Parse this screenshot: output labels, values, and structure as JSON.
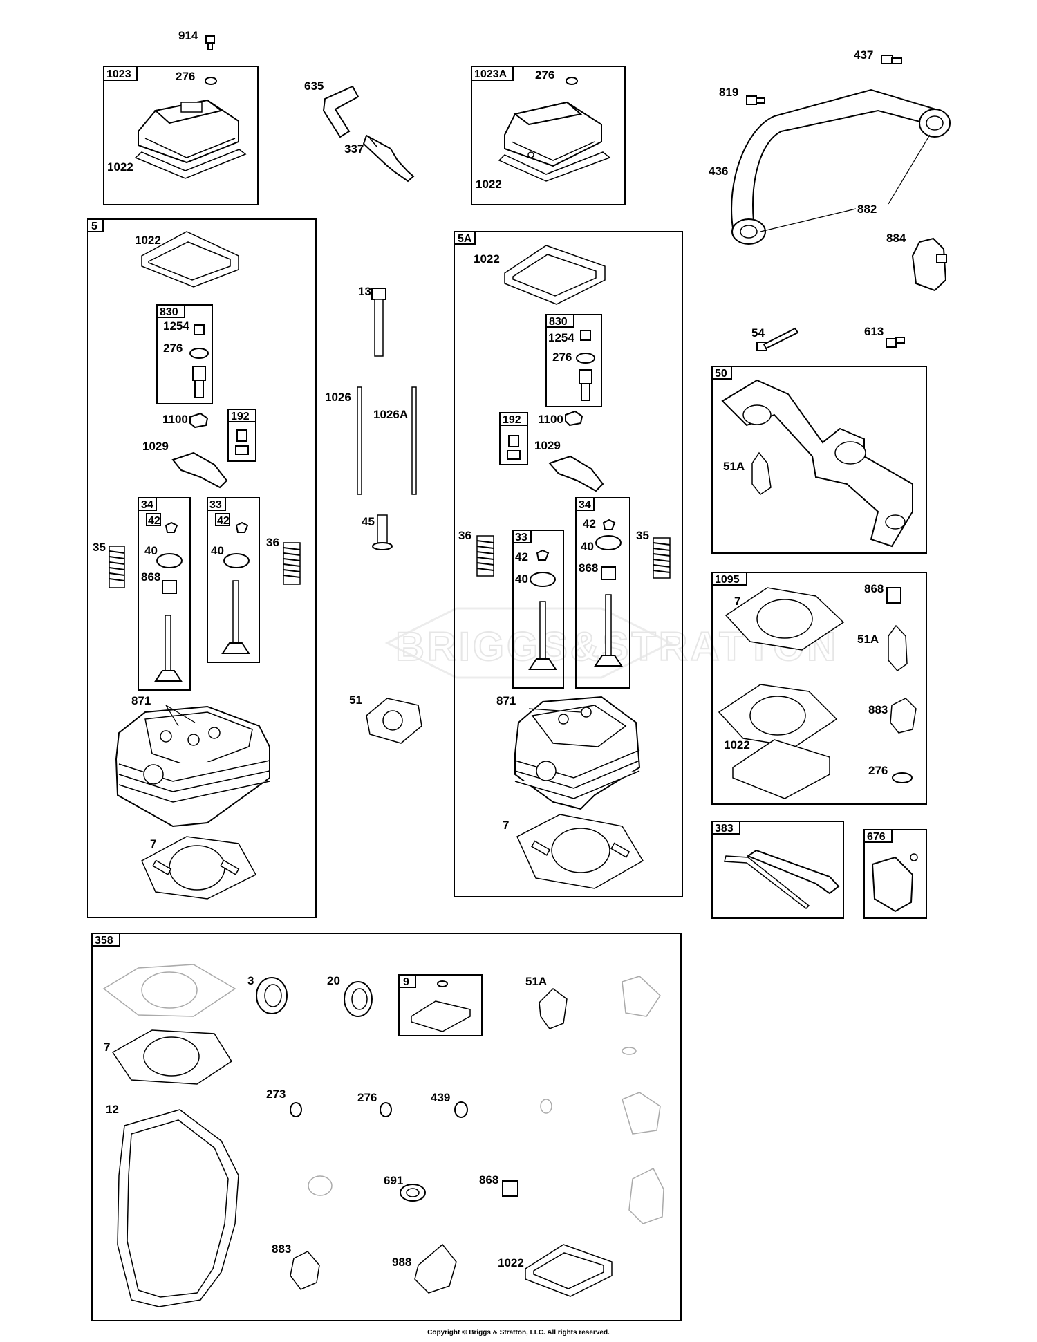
{
  "watermark": "BRIGGS&STRATTON",
  "copyright": "Copyright © Briggs & Stratton, LLC. All rights reserved.",
  "callouts": {
    "p914": "914",
    "p635": "635",
    "p337": "337",
    "p437": "437",
    "p819": "819",
    "p436": "436",
    "p882": "882",
    "p884": "884",
    "p54": "54",
    "p613": "613",
    "p13": "13",
    "p1026": "1026",
    "p1026A": "1026A",
    "p45": "45",
    "p51": "51"
  },
  "groups": {
    "g1023": {
      "id": "1023",
      "labels": [
        "276",
        "1022"
      ]
    },
    "g1023A": {
      "id": "1023A",
      "labels": [
        "276",
        "1022"
      ]
    },
    "g5": {
      "id": "5",
      "labels": {
        "gasket": "1022",
        "rocker_stud": "1100",
        "rocker": "1029",
        "spring_left": "35",
        "spring_right": "36",
        "head": "871",
        "head_gasket": "7"
      },
      "g830": {
        "id": "830",
        "labels": [
          "1254",
          "276"
        ]
      },
      "g192": {
        "id": "192"
      },
      "g34": {
        "id": "34",
        "sub": "42",
        "labels": [
          "40",
          "868"
        ]
      },
      "g33": {
        "id": "33",
        "sub": "42",
        "labels": [
          "40"
        ]
      }
    },
    "g5A": {
      "id": "5A",
      "labels": {
        "gasket": "1022",
        "rocker_stud": "1100",
        "rocker": "1029",
        "spring_left": "36",
        "spring_right": "35",
        "head": "871",
        "head_gasket": "7"
      },
      "g830": {
        "id": "830",
        "labels": [
          "1254",
          "276"
        ]
      },
      "g192": {
        "id": "192"
      },
      "g33": {
        "id": "33",
        "labels": [
          "42",
          "40"
        ]
      },
      "g34": {
        "id": "34",
        "labels": [
          "42",
          "40",
          "868"
        ]
      }
    },
    "g50": {
      "id": "50",
      "labels": [
        "51A"
      ]
    },
    "g1095": {
      "id": "1095",
      "labels": [
        "7",
        "868",
        "51A",
        "883",
        "1022",
        "276"
      ]
    },
    "g383": {
      "id": "383"
    },
    "g676": {
      "id": "676"
    },
    "g358": {
      "id": "358",
      "labels": {
        "a3": "3",
        "a20": "20",
        "a9": "9",
        "a51A": "51A",
        "a7": "7",
        "a273": "273",
        "a276": "276",
        "a439": "439",
        "a12": "12",
        "a691": "691",
        "a868": "868",
        "a883": "883",
        "a988": "988",
        "a1022": "1022"
      }
    }
  }
}
